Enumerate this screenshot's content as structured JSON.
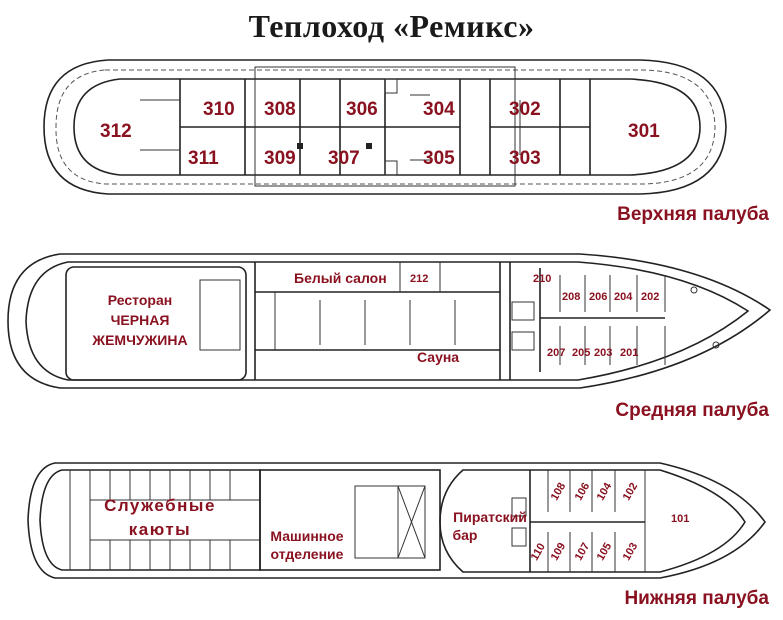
{
  "title": "Теплоход «Ремикс»",
  "decks": {
    "upper": {
      "label": "Верхняя палуба",
      "cabins": [
        "301",
        "302",
        "303",
        "304",
        "305",
        "306",
        "307",
        "308",
        "309",
        "310",
        "311",
        "312"
      ]
    },
    "middle": {
      "label": "Средняя палуба",
      "restaurant": [
        "Ресторан",
        "ЧЕРНАЯ",
        "ЖЕМЧУЖИНА"
      ],
      "salon": "Белый салон",
      "sauna": "Сауна",
      "cabins": [
        "201",
        "202",
        "203",
        "204",
        "205",
        "206",
        "207",
        "208",
        "210",
        "212"
      ]
    },
    "lower": {
      "label": "Нижняя палуба",
      "crew": [
        "Служебные",
        "каюты"
      ],
      "engine": [
        "Машинное",
        "отделение"
      ],
      "bar": [
        "Пиратский",
        "бар"
      ],
      "cabins": [
        "101",
        "102",
        "103",
        "104",
        "105",
        "106",
        "107",
        "108",
        "109",
        "110"
      ]
    }
  },
  "colors": {
    "accent": "#8a1220",
    "lines": "#222222"
  }
}
